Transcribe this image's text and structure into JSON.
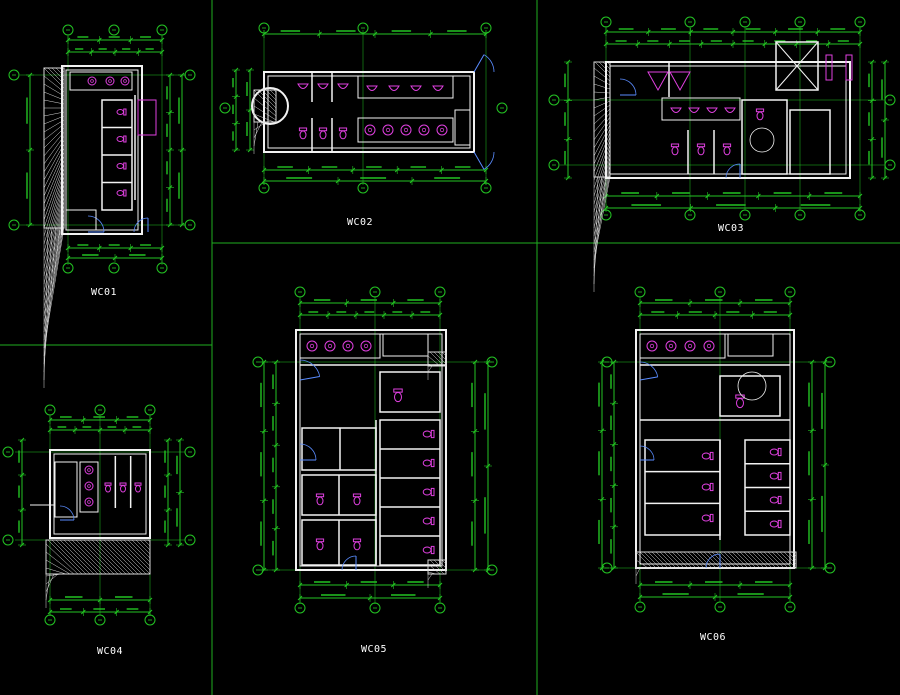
{
  "colors": {
    "background": "#000000",
    "frame": "#1fae1f",
    "wall": "#f2f2f2",
    "dimension": "#23c423",
    "fixture": "#e040e0",
    "door": "#5a8cff",
    "hatch": "#d8d8d8",
    "grid_bubble": "#23c423",
    "label": "#ffffff"
  },
  "drawings": [
    {
      "id": "wc01",
      "label": "WC01"
    },
    {
      "id": "wc02",
      "label": "WC02"
    },
    {
      "id": "wc03",
      "label": "WC03"
    },
    {
      "id": "wc04",
      "label": "WC04"
    },
    {
      "id": "wc05",
      "label": "WC05"
    },
    {
      "id": "wc06",
      "label": "WC06"
    }
  ]
}
